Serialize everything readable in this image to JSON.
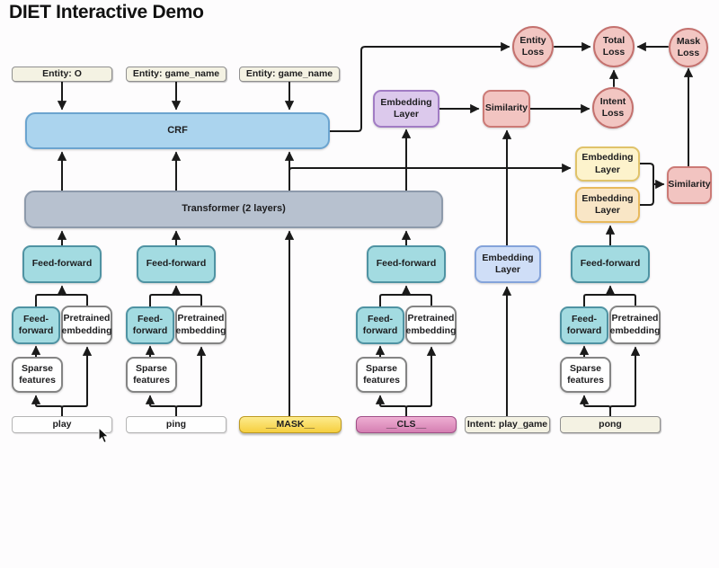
{
  "title": "DIET Interactive Demo",
  "diagram": {
    "labels": {
      "crf": "CRF",
      "transformer": "Transformer (2 layers)",
      "feed_forward": "Feed-forward",
      "pretrained_embedding": "Pretrained embedding",
      "sparse_features": "Sparse features",
      "embedding_layer": "Embedding Layer",
      "similarity": "Similarity",
      "entity_loss": "Entity Loss",
      "total_loss": "Total Loss",
      "mask_loss": "Mask Loss",
      "intent_loss": "Intent Loss"
    },
    "entity_labels": [
      "Entity: O",
      "Entity: game_name",
      "Entity: game_name"
    ],
    "tokens": [
      "play",
      "ping",
      "__MASK__",
      "__CLS__",
      "Intent: play_game",
      "pong"
    ],
    "colors": {
      "crf_fill": "#abd4ee",
      "transformer_fill": "#b7c1cf",
      "feed_forward_fill": "#a3dbe1",
      "loss_fill": "#f2c6c2",
      "similarity_fill": "#f2c4c1",
      "embedding_purple": "#dcc9ec",
      "embedding_blue": "#cfdef7",
      "embedding_yellow": "#fdf3cc",
      "embedding_orange": "#f9e6c6",
      "mask_token_fill": "#f6cf3f",
      "cls_token_fill": "#d57fb2",
      "label_box_fill": "#f4f2e3",
      "wire_color": "#1a1a1a"
    }
  }
}
